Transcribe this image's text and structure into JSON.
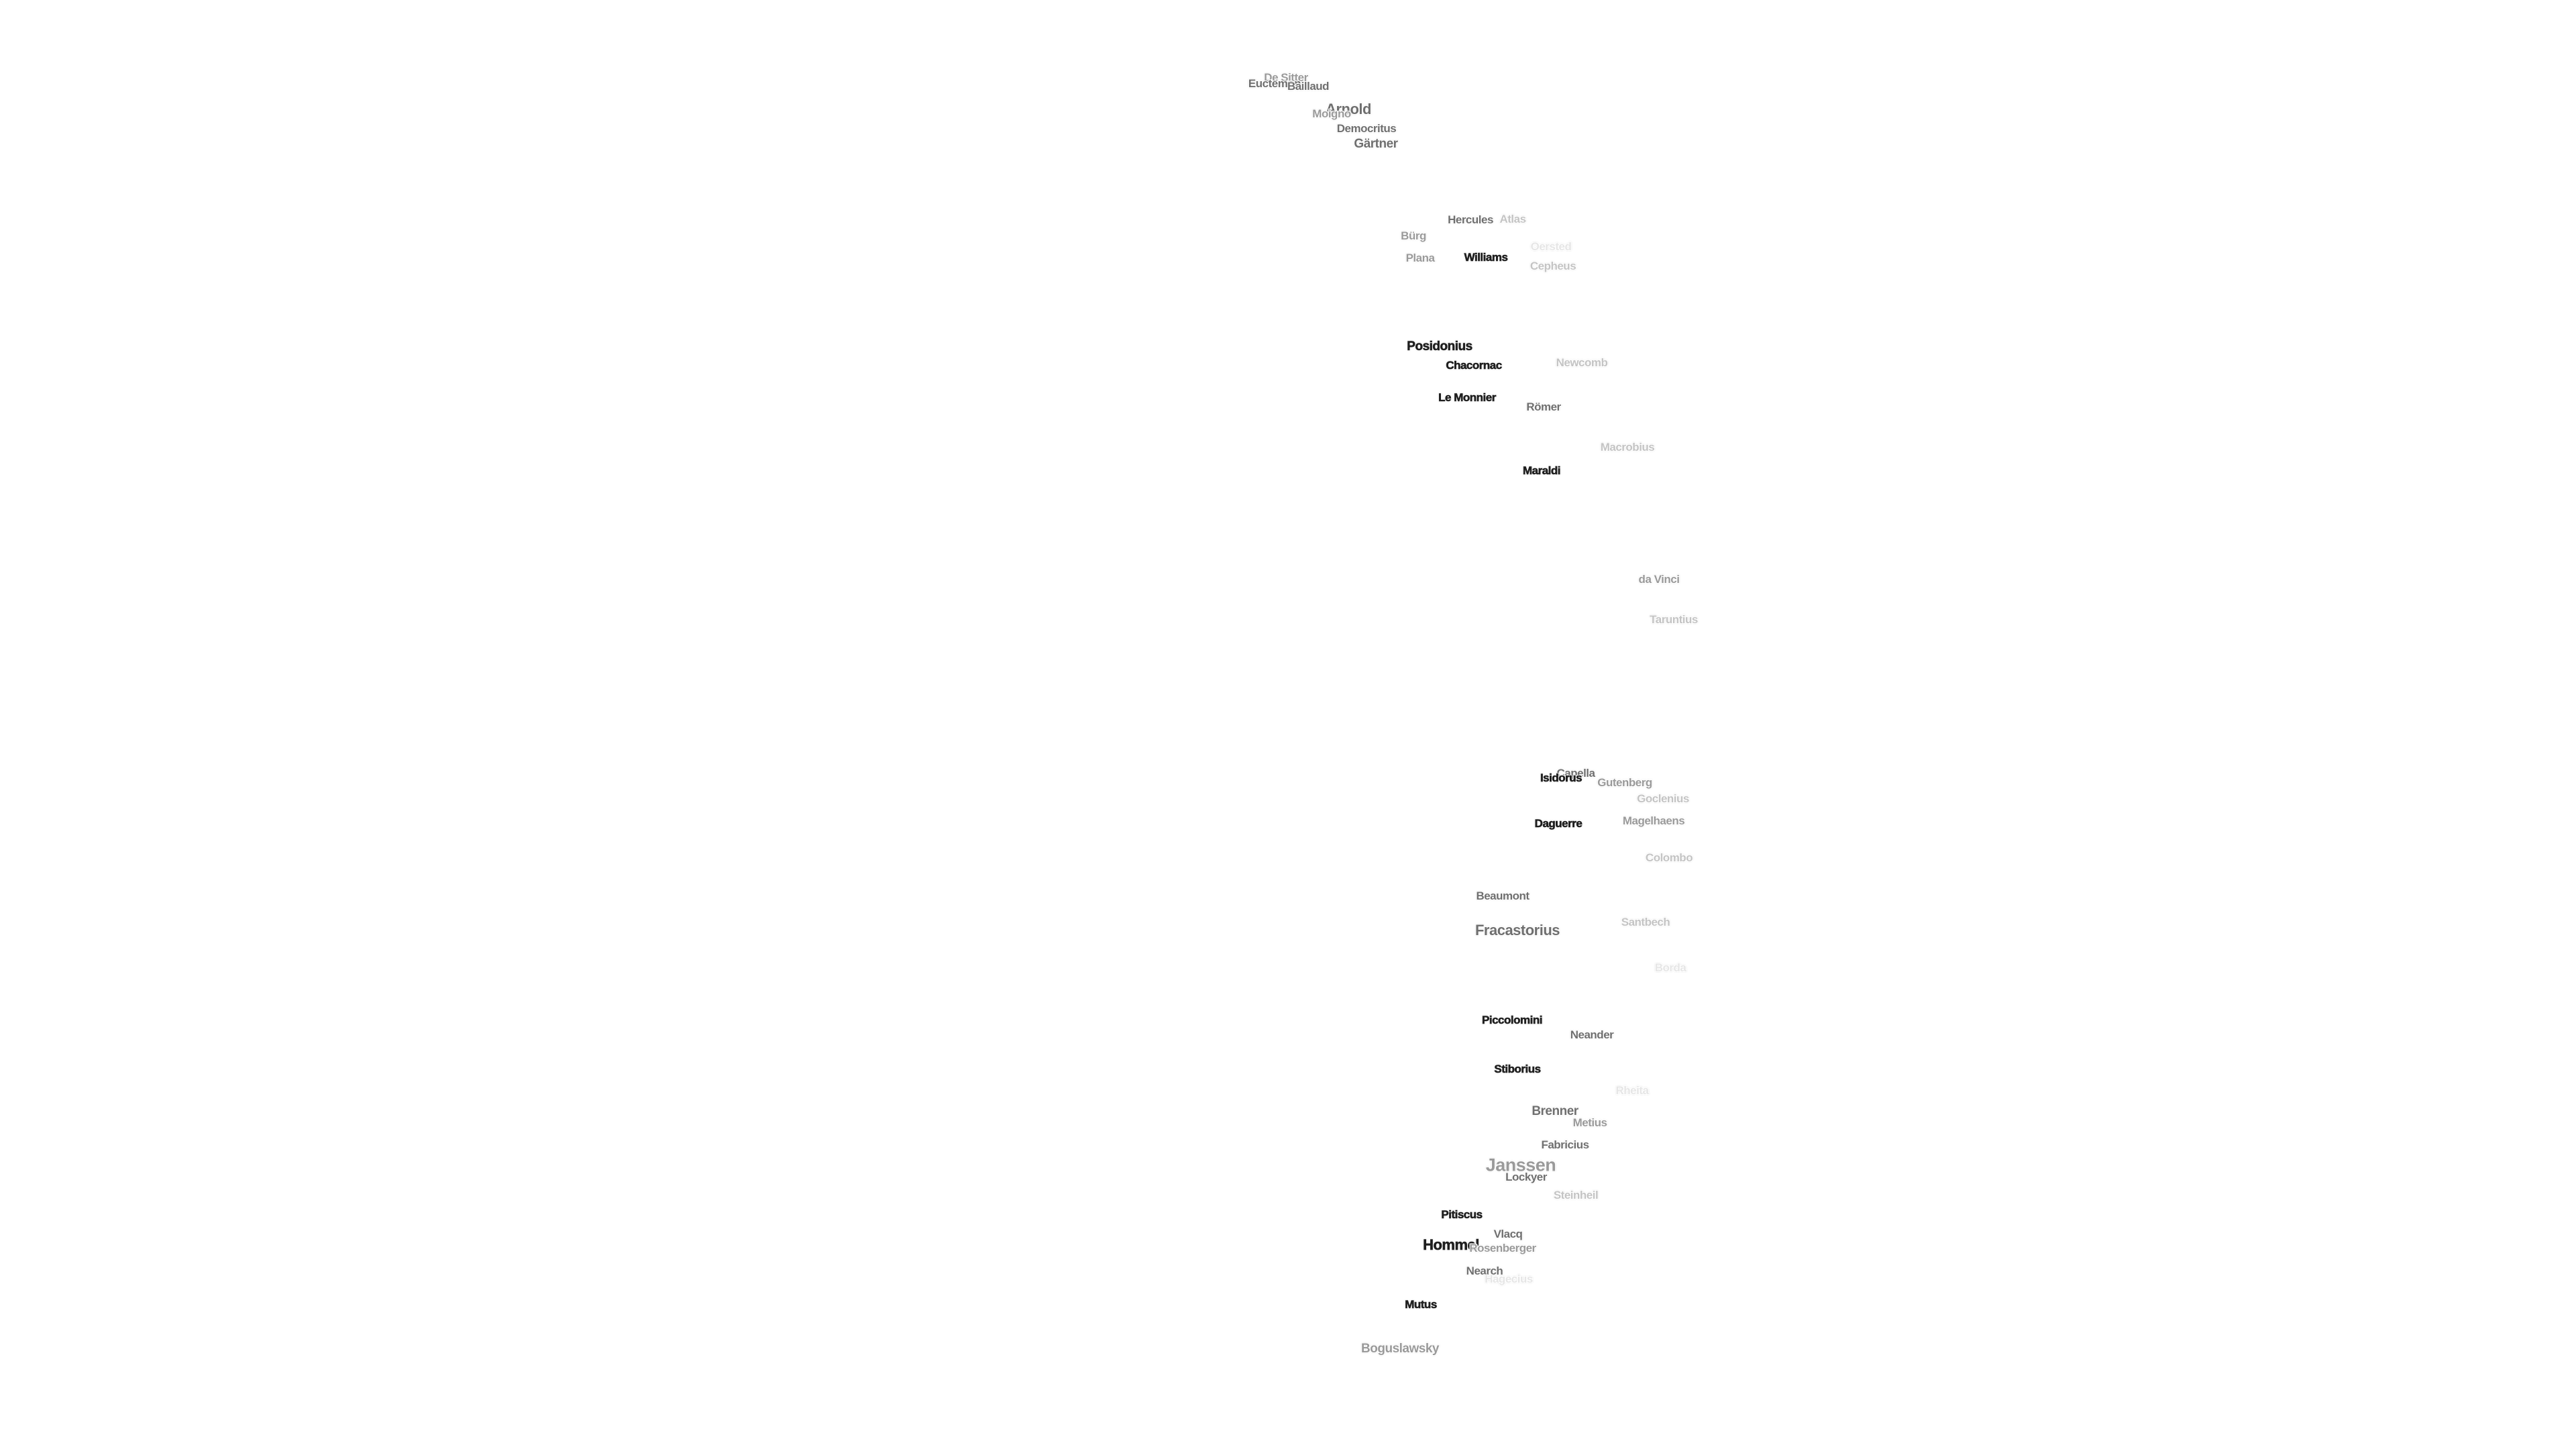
{
  "colors": {
    "background": "#ffffff",
    "label_dark": "#1e1e1e",
    "label_mid": "#6f6f6f",
    "label_light": "#9a9a9a",
    "label_faint": "#c4c4c4",
    "label_ghost": "#e6e6e6"
  },
  "craters": [
    {
      "id": "de-sitter",
      "name": "De Sitter"
    },
    {
      "id": "euctemon",
      "name": "Euctemon"
    },
    {
      "id": "baillaud",
      "name": "Baillaud"
    },
    {
      "id": "arnold",
      "name": "Arnold"
    },
    {
      "id": "moigno",
      "name": "Moigno"
    },
    {
      "id": "democritus",
      "name": "Democritus"
    },
    {
      "id": "gartner",
      "name": "Gärtner"
    },
    {
      "id": "hercules",
      "name": "Hercules"
    },
    {
      "id": "atlas",
      "name": "Atlas"
    },
    {
      "id": "burg",
      "name": "Bürg"
    },
    {
      "id": "williams",
      "name": "Williams"
    },
    {
      "id": "plana",
      "name": "Plana"
    },
    {
      "id": "cepheus",
      "name": "Cepheus"
    },
    {
      "id": "oersted",
      "name": "Oersted"
    },
    {
      "id": "posidonius",
      "name": "Posidonius"
    },
    {
      "id": "chacornac",
      "name": "Chacornac"
    },
    {
      "id": "newcomb",
      "name": "Newcomb"
    },
    {
      "id": "le-monnier",
      "name": "Le Monnier"
    },
    {
      "id": "romer",
      "name": "Römer"
    },
    {
      "id": "macrobius",
      "name": "Macrobius"
    },
    {
      "id": "maraldi",
      "name": "Maraldi"
    },
    {
      "id": "da-vinci",
      "name": "da Vinci"
    },
    {
      "id": "taruntius",
      "name": "Taruntius"
    },
    {
      "id": "capella",
      "name": "Capella"
    },
    {
      "id": "isidorus",
      "name": "Isidorus"
    },
    {
      "id": "gutenberg",
      "name": "Gutenberg"
    },
    {
      "id": "goclenius",
      "name": "Goclenius"
    },
    {
      "id": "daguerre",
      "name": "Daguerre"
    },
    {
      "id": "magelhaens",
      "name": "Magelhaens"
    },
    {
      "id": "colombo",
      "name": "Colombo"
    },
    {
      "id": "beaumont",
      "name": "Beaumont"
    },
    {
      "id": "santbech",
      "name": "Santbech"
    },
    {
      "id": "fracastorius",
      "name": "Fracastorius"
    },
    {
      "id": "borda",
      "name": "Borda"
    },
    {
      "id": "piccolomini",
      "name": "Piccolomini"
    },
    {
      "id": "neander",
      "name": "Neander"
    },
    {
      "id": "stiborius",
      "name": "Stiborius"
    },
    {
      "id": "rheita",
      "name": "Rheita"
    },
    {
      "id": "brenner",
      "name": "Brenner"
    },
    {
      "id": "metius",
      "name": "Metius"
    },
    {
      "id": "fabricius",
      "name": "Fabricius"
    },
    {
      "id": "janssen",
      "name": "Janssen"
    },
    {
      "id": "lockyer",
      "name": "Lockyer"
    },
    {
      "id": "steinheil",
      "name": "Steinheil"
    },
    {
      "id": "pitiscus",
      "name": "Pitiscus"
    },
    {
      "id": "vlacq",
      "name": "Vlacq"
    },
    {
      "id": "hommel",
      "name": "Hommel"
    },
    {
      "id": "rosenberger",
      "name": "Rosenberger"
    },
    {
      "id": "nearch",
      "name": "Nearch"
    },
    {
      "id": "hagecius",
      "name": "Hagecius"
    },
    {
      "id": "mutus",
      "name": "Mutus"
    },
    {
      "id": "boguslawsky",
      "name": "Boguslawsky"
    }
  ]
}
